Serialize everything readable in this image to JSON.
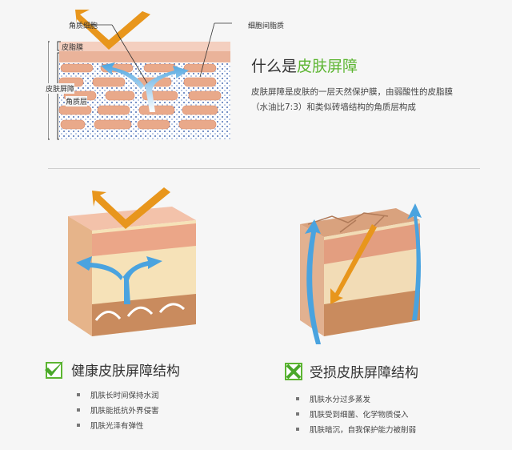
{
  "diagram": {
    "labels": {
      "corneocyte": "角质细胞",
      "intercellular_lipid": "细胞间脂质",
      "sebum_film": "皮脂膜",
      "skin_barrier": "皮肤屏障",
      "stratum_corneum": "角质层"
    }
  },
  "intro": {
    "title_prefix": "什么是",
    "title_highlight": "皮肤屏障",
    "desc_line1": "皮肤屏障是皮肤的一层天然保护膜，由弱酸性的皮脂膜",
    "desc_line2": "（水油比7:3）和类似砖墙结构的角质层构成"
  },
  "healthy": {
    "title": "健康皮肤屏障结构",
    "bullets": [
      "肌肤长时间保持水润",
      "肌肤能抵抗外界侵害",
      "肌肤光泽有弹性"
    ]
  },
  "damaged": {
    "title": "受损皮肤屏障结构",
    "bullets": [
      "肌肤水分过多蒸发",
      "肌肤受到细菌、化学物质侵入",
      "肌肤暗沉，自我保护能力被削弱"
    ]
  },
  "colors": {
    "accent_green": "#5cb531",
    "arrow_orange": "#e8961c",
    "arrow_blue": "#4aa3df",
    "brick": "#e9a98a"
  }
}
